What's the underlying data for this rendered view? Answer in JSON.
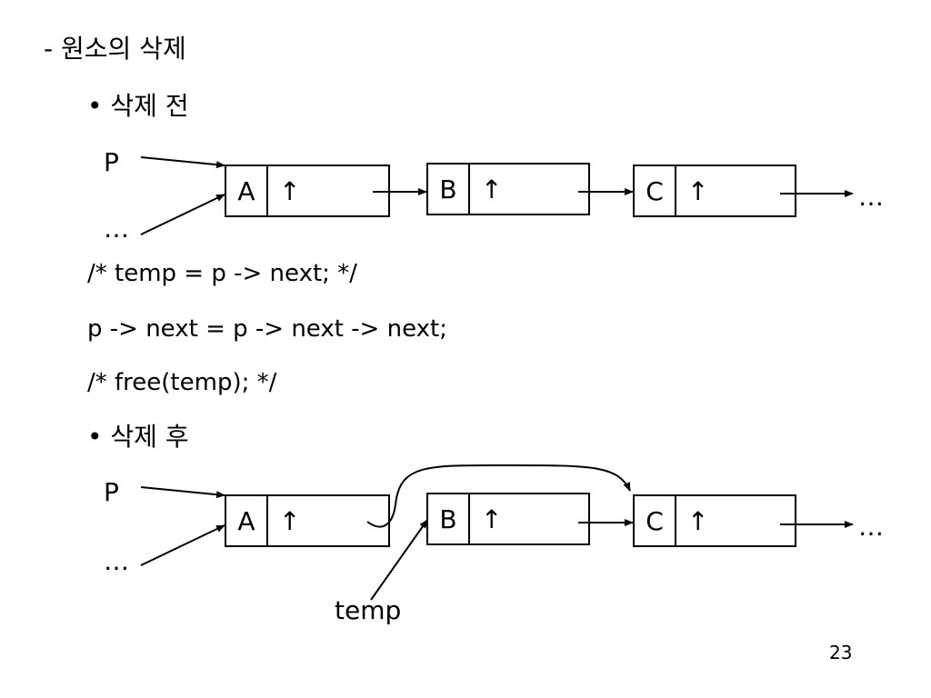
{
  "heading": "- 원소의 삭제",
  "section_before": {
    "bullet": "• 삭제 전",
    "p_label": "P",
    "dots_left": "…",
    "dots_right": "…",
    "nodes": [
      {
        "value": "A",
        "pointer": "↑"
      },
      {
        "value": "B",
        "pointer": "↑"
      },
      {
        "value": "C",
        "pointer": "↑"
      }
    ]
  },
  "code": {
    "line1": "/* temp = p -> next; */",
    "line2": "p -> next = p -> next -> next;",
    "line3": "/* free(temp); */"
  },
  "section_after": {
    "bullet": "• 삭제 후",
    "p_label": "P",
    "dots_left": "…",
    "dots_right": "…",
    "temp_label": "temp",
    "nodes": [
      {
        "value": "A",
        "pointer": "↑"
      },
      {
        "value": "B",
        "pointer": "↑"
      },
      {
        "value": "C",
        "pointer": "↑"
      }
    ]
  },
  "page_number": "23"
}
